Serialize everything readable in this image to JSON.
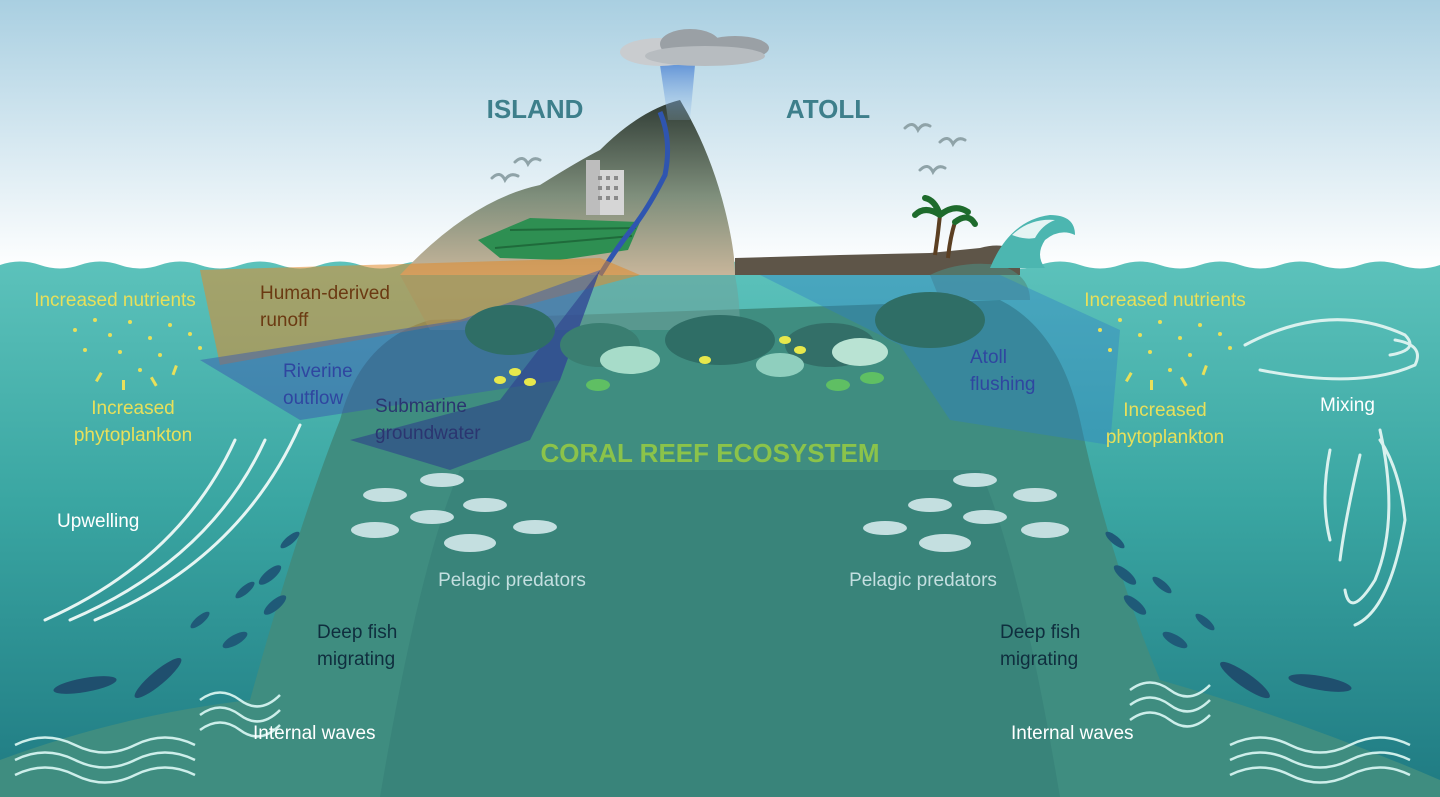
{
  "headings": {
    "island": "ISLAND",
    "atoll": "ATOLL",
    "ecosystem": "CORAL REEF ECOSYSTEM"
  },
  "left_labels": {
    "nutrients": "Increased nutrients",
    "phyto_line1": "Increased",
    "phyto_line2": "phytoplankton",
    "upwelling": "Upwelling",
    "runoff_line1": "Human-derived",
    "runoff_line2": "runoff",
    "riverine_line1": "Riverine",
    "riverine_line2": "outflow",
    "submarine_line1": "Submarine",
    "submarine_line2": "groundwater",
    "predators": "Pelagic predators",
    "deepfish_line1": "Deep fish",
    "deepfish_line2": "migrating",
    "internal_waves": "Internal waves"
  },
  "right_labels": {
    "nutrients": "Increased nutrients",
    "phyto_line1": "Increased",
    "phyto_line2": "phytoplankton",
    "mixing": "Mixing",
    "atoll_line1": "Atoll",
    "atoll_line2": "flushing",
    "predators": "Pelagic predators",
    "deepfish_line1": "Deep fish",
    "deepfish_line2": "migrating",
    "internal_waves": "Internal waves"
  },
  "colors": {
    "heading": "#3d7f8b",
    "ecosystem": "#8bc34a",
    "nutrients": "#e8e05a",
    "white_text": "#ffffff",
    "runoff": "#6b3a12",
    "riverine": "#2f46a0",
    "submarine": "#2b3570",
    "predators": "#c4dfe0",
    "deepfish": "#0f2e3e"
  }
}
